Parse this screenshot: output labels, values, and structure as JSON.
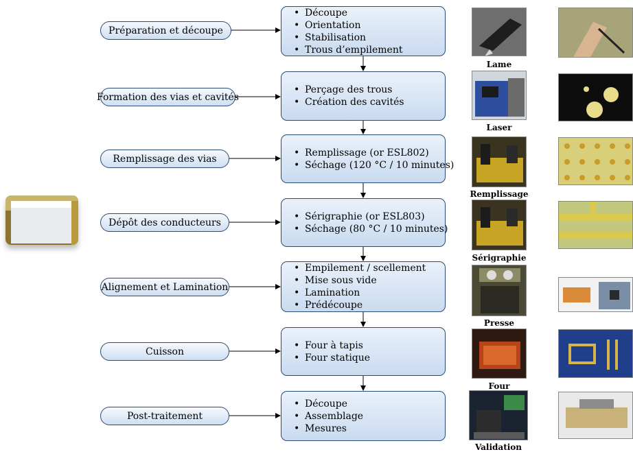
{
  "steps": [
    {
      "label": "Préparation et découpe",
      "items": [
        "Découpe",
        "Orientation",
        "Stabilisation",
        "Trous d’empilement"
      ],
      "caption": "Lame"
    },
    {
      "label": "Formation des vias et cavités",
      "items": [
        "Perçage des trous",
        "Création des cavités"
      ],
      "caption": "Laser"
    },
    {
      "label": "Remplissage des vias",
      "items": [
        "Remplissage (or ESL802)",
        "Séchage (120 °C / 10 minutes)"
      ],
      "caption": "Remplissage"
    },
    {
      "label": "Dépôt des conducteurs",
      "items": [
        "Sérigraphie (or ESL803)",
        "Séchage (80 °C / 10 minutes)"
      ],
      "caption": "Sérigraphie"
    },
    {
      "label": "Alignement et Lamination",
      "items": [
        "Empilement / scellement",
        "Mise sous vide",
        "Lamination",
        "Prédécoupe"
      ],
      "caption": "Presse"
    },
    {
      "label": "Cuisson",
      "items": [
        "Four à tapis",
        "Four statique"
      ],
      "caption": "Four"
    },
    {
      "label": "Post-traitement",
      "items": [
        "Découpe",
        "Assemblage",
        "Mesures"
      ],
      "caption": "Validation"
    }
  ],
  "colors": {
    "box_border": "#2b4a73",
    "box_fill_top": "#eaf1fa",
    "box_fill_bottom": "#c9dbf0",
    "arrow": "#000000"
  }
}
